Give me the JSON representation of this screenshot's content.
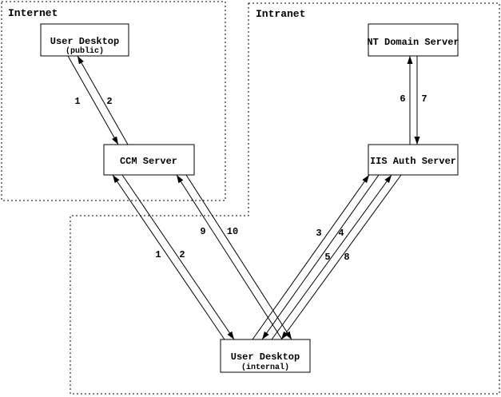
{
  "zones": {
    "internet": {
      "label": "Internet"
    },
    "intranet": {
      "label": "Intranet"
    }
  },
  "nodes": {
    "user_desktop_public": {
      "title": "User Desktop",
      "subtitle": "(public)"
    },
    "ccm_server": {
      "title": "CCM Server"
    },
    "nt_domain_server": {
      "title": "NT Domain Server"
    },
    "iis_auth_server": {
      "title": "IIS Auth Server"
    },
    "user_desktop_internal": {
      "title": "User Desktop",
      "subtitle": "(internal)"
    }
  },
  "flow_labels": {
    "public_1": "1",
    "public_2": "2",
    "internal_1": "1",
    "internal_2": "2",
    "f3": "3",
    "f4": "4",
    "f5": "5",
    "f6": "6",
    "f7": "7",
    "f8": "8",
    "f9": "9",
    "f10": "10"
  },
  "edges": [
    {
      "label": "1",
      "from": "User Desktop (public)",
      "to": "CCM Server"
    },
    {
      "label": "2",
      "from": "CCM Server",
      "to": "User Desktop (public)"
    },
    {
      "label": "1",
      "from": "User Desktop (internal)",
      "to": "CCM Server"
    },
    {
      "label": "2",
      "from": "CCM Server",
      "to": "User Desktop (internal)"
    },
    {
      "label": "3",
      "from": "User Desktop (internal)",
      "to": "IIS Auth Server"
    },
    {
      "label": "4",
      "from": "IIS Auth Server",
      "to": "User Desktop (internal)"
    },
    {
      "label": "5",
      "from": "User Desktop (internal)",
      "to": "IIS Auth Server"
    },
    {
      "label": "6",
      "from": "IIS Auth Server",
      "to": "NT Domain Server"
    },
    {
      "label": "7",
      "from": "NT Domain Server",
      "to": "IIS Auth Server"
    },
    {
      "label": "8",
      "from": "IIS Auth Server",
      "to": "User Desktop (internal)"
    },
    {
      "label": "9",
      "from": "User Desktop (internal)",
      "to": "CCM Server"
    },
    {
      "label": "10",
      "from": "CCM Server",
      "to": "User Desktop (internal)"
    }
  ],
  "colors": {
    "ink": "#000000",
    "background": "#ffffff"
  }
}
